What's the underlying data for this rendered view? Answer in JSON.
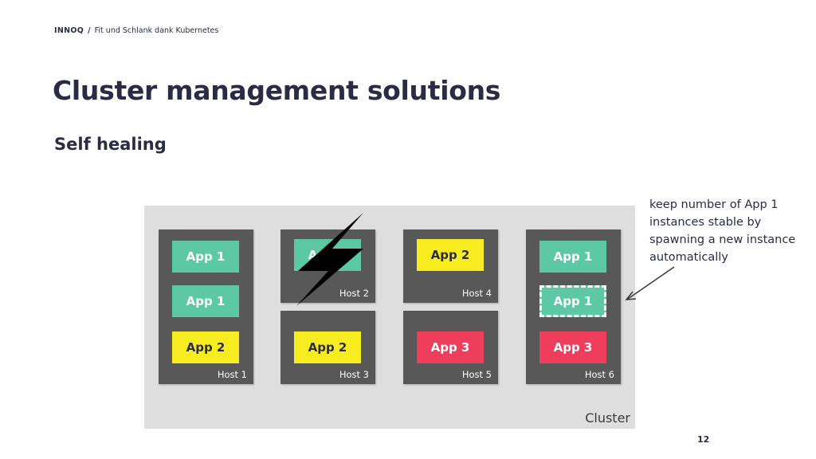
{
  "header": {
    "brand": "INNOQ",
    "separator": "/",
    "subtitle": "Fit und Schlank dank Kubernetes"
  },
  "title": "Cluster management solutions",
  "subtitle": "Self healing",
  "cluster": {
    "label": "Cluster",
    "hosts": [
      {
        "label": "Host 1",
        "apps": [
          "App 1",
          "App 1",
          "App 2"
        ]
      },
      {
        "label": "Host 2",
        "apps": [
          "App 1"
        ]
      },
      {
        "label": "Host 3",
        "apps": [
          "App 2"
        ]
      },
      {
        "label": "Host 4",
        "apps": [
          "App 2"
        ]
      },
      {
        "label": "Host 5",
        "apps": [
          "App 3"
        ]
      },
      {
        "label": "Host 6",
        "apps": [
          "App 1",
          "App 1",
          "App 3"
        ]
      }
    ]
  },
  "annotation": "keep number of App 1 instances stable by spawning a new instance automatically",
  "page_number": "12",
  "colors": {
    "app1": "#5cc8a4",
    "app2": "#f7ec1f",
    "app3": "#ef3e5c",
    "host": "#585858",
    "cluster": "#dedede",
    "text": "#2a2b45"
  }
}
